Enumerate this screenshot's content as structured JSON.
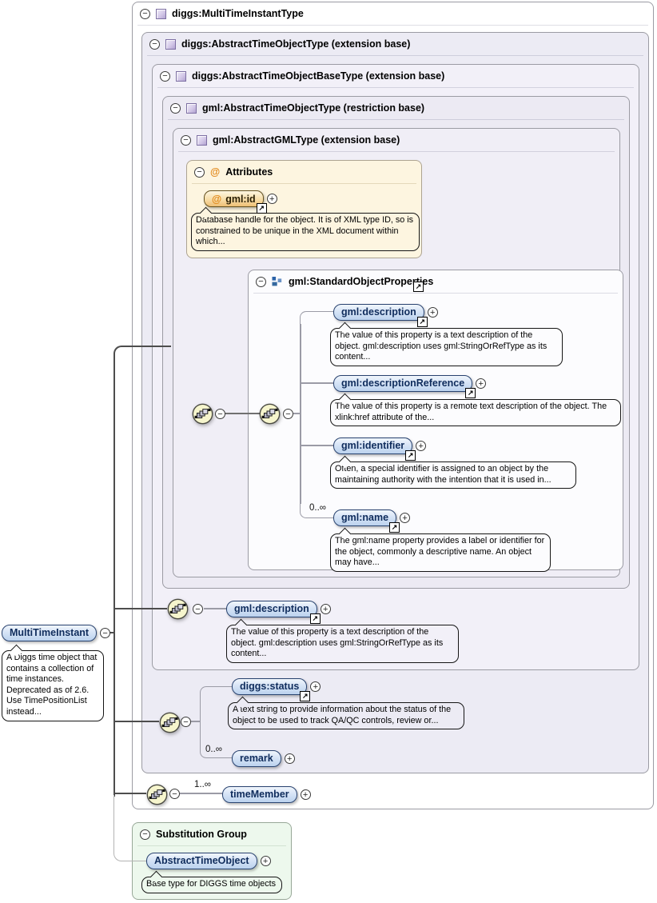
{
  "type_boxes": [
    {
      "title": "diggs:MultiTimeInstantType"
    },
    {
      "title": "diggs:AbstractTimeObjectType (extension base)"
    },
    {
      "title": "diggs:AbstractTimeObjectBaseType (extension base)"
    },
    {
      "title": "gml:AbstractTimeObjectType (restriction base)"
    },
    {
      "title": "gml:AbstractGMLType (extension base)"
    }
  ],
  "attributes_panel": {
    "title": "Attributes",
    "attribute": {
      "name": "gml:id",
      "doc": "Database handle for the object. It is of XML type ID, so is constrained to be unique in the XML document within which..."
    }
  },
  "standard_properties": {
    "title": "gml:StandardObjectProperties",
    "children": [
      {
        "name": "gml:description",
        "doc": "The value of this property is a text description of the object. gml:description uses gml:StringOrRefType as its content..."
      },
      {
        "name": "gml:descriptionReference",
        "doc": "The value of this property is a remote text description of the object. The xlink:href attribute of the..."
      },
      {
        "name": "gml:identifier",
        "doc": "Often, a special identifier is assigned to an object by the maintaining authority with the intention that it is used in..."
      },
      {
        "name": "gml:name",
        "cardinality": "0..∞",
        "doc": "The gml:name property provides a label or identifier for the object, commonly a descriptive name. An object may have..."
      }
    ]
  },
  "base_extension": {
    "element": {
      "name": "gml:description",
      "doc": "The value of this property is a text description of the object. gml:description uses gml:StringOrRefType as its content..."
    }
  },
  "status_group": {
    "status": {
      "name": "diggs:status",
      "doc": "A text string to provide information about the status of the object to be used to track QA/QC controls, review or..."
    },
    "remark": {
      "name": "remark",
      "cardinality": "0..∞"
    }
  },
  "time_member": {
    "name": "timeMember",
    "cardinality": "1..∞"
  },
  "main_element": {
    "name": "MultiTimeInstant",
    "doc": "A Diggs time object that contains a collection of time instances. Deprecated as of 2.6. Use TimePositionList instead..."
  },
  "substitution_group": {
    "title": "Substitution Group",
    "element": {
      "name": "AbstractTimeObject",
      "doc": "Base type for DIGGS time objects"
    }
  },
  "icons": {
    "collapse": "−",
    "expand": "+",
    "link": "↗",
    "at": "@"
  },
  "colors": {
    "panel_lavender": "#ecebf4",
    "panel_lavender_light": "#f2f0f8",
    "attributes_cream": "#fdf5e0",
    "substitution_green": "#edf8ed",
    "element_blue": "#bbd2ee",
    "element_border": "#28426f",
    "attribute_orange": "#eebe74",
    "sequence_yellow": "#f6f5cd"
  }
}
